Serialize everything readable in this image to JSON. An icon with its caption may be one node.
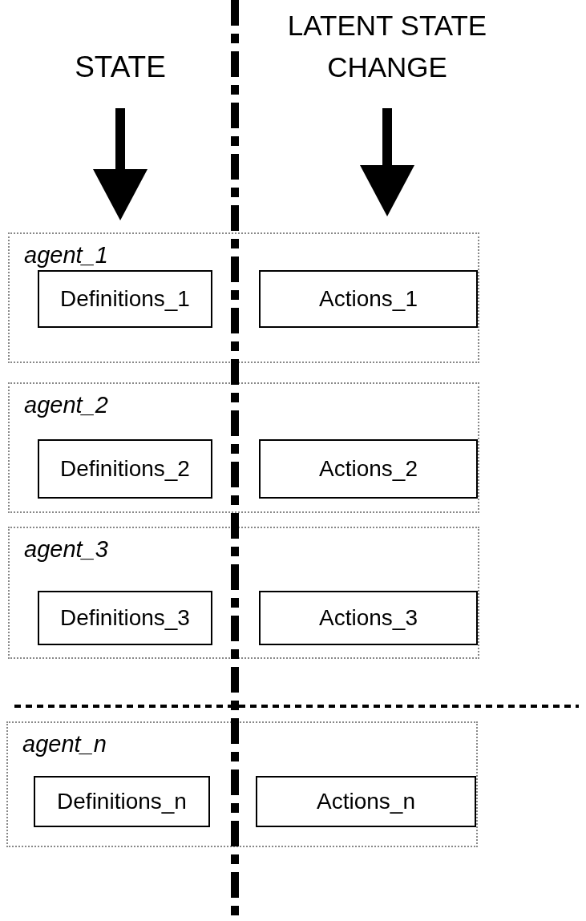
{
  "diagram": {
    "nodes": [
      {
        "text": [
          "agent_1"
        ]
      },
      {
        "text": [
          "Definitions_1"
        ],
        "in": 0
      },
      {
        "text": [
          "Actions_1"
        ],
        "in": 0
      },
      {
        "text": [
          "agent_2"
        ]
      },
      {
        "text": [
          "Definitions_2"
        ],
        "in": 3
      },
      {
        "text": [
          "Actions_2"
        ],
        "in": 3
      },
      {
        "text": [
          "agent_3"
        ]
      },
      {
        "text": [
          "Definitions_3"
        ],
        "in": 6
      },
      {
        "text": [
          "Actions_3"
        ],
        "in": 6
      },
      {
        "text": [
          "agent_n"
        ]
      },
      {
        "text": [
          "Definitions_n"
        ],
        "in": 9
      },
      {
        "text": [
          "Actions_n"
        ],
        "in": 9
      }
    ],
    "edges": [],
    "labels": [
      "STATE",
      "LATENT STATE CHANGE"
    ]
  }
}
